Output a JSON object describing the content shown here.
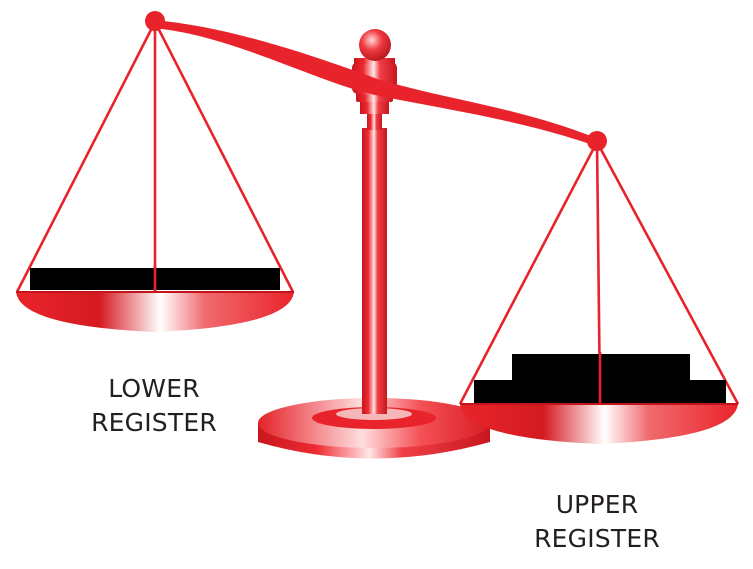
{
  "colors": {
    "red": "#e8232b",
    "dark_red": "#b9151c",
    "highlight": "#ffe3e3",
    "weight": "#000000",
    "label_text": "#231f20"
  },
  "left_pan": {
    "label_line1": "LOWER",
    "label_line2": "REGISTER",
    "position": "raised"
  },
  "right_pan": {
    "label_line1": "UPPER",
    "label_line2": "REGISTER",
    "position": "lowered"
  },
  "icons": [
    "balance-scale"
  ]
}
